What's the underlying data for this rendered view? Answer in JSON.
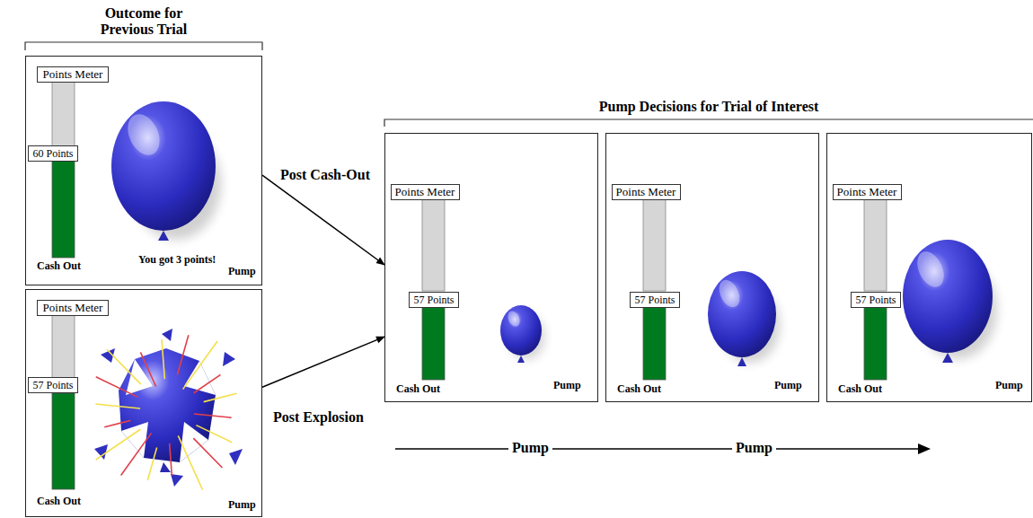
{
  "diagram": {
    "nodes": [
      {
        "text": [
          "You got 3 points!",
          "Cash Out",
          "Pump"
        ]
      },
      {
        "text": [
          "Points Meter"
        ],
        "in": 0
      },
      {
        "text": [
          "60 Points"
        ],
        "in": 0
      },
      {
        "text": [
          "Cash Out",
          "Pump"
        ]
      },
      {
        "text": [
          "Points Meter"
        ],
        "in": 3
      },
      {
        "text": [
          "57 Points"
        ],
        "in": 3
      },
      {
        "text": [
          "Cash Out",
          "Pump"
        ]
      },
      {
        "text": [
          "Points Meter"
        ],
        "in": 6
      },
      {
        "text": [
          "57 Points"
        ],
        "in": 6
      },
      {
        "text": [
          "Cash Out",
          "Pump"
        ]
      },
      {
        "text": [
          "Points Meter"
        ],
        "in": 9
      },
      {
        "text": [
          "57 Points"
        ],
        "in": 9
      },
      {
        "text": [
          "Cash Out",
          "Pump"
        ]
      },
      {
        "text": [
          "Points Meter"
        ],
        "in": 12
      },
      {
        "text": [
          "57 Points"
        ],
        "in": 12
      }
    ],
    "edges": [
      {
        "from": 0,
        "to": 6,
        "arrow": "to",
        "label": "Post Cash-Out"
      },
      {
        "from": 3,
        "to": 6,
        "arrow": "to",
        "label": "Post Explosion"
      }
    ],
    "labels": [
      "Outcome for Previous Trial",
      "Pump Decisions for Trial of Interest",
      "Pump",
      "Pump"
    ]
  }
}
